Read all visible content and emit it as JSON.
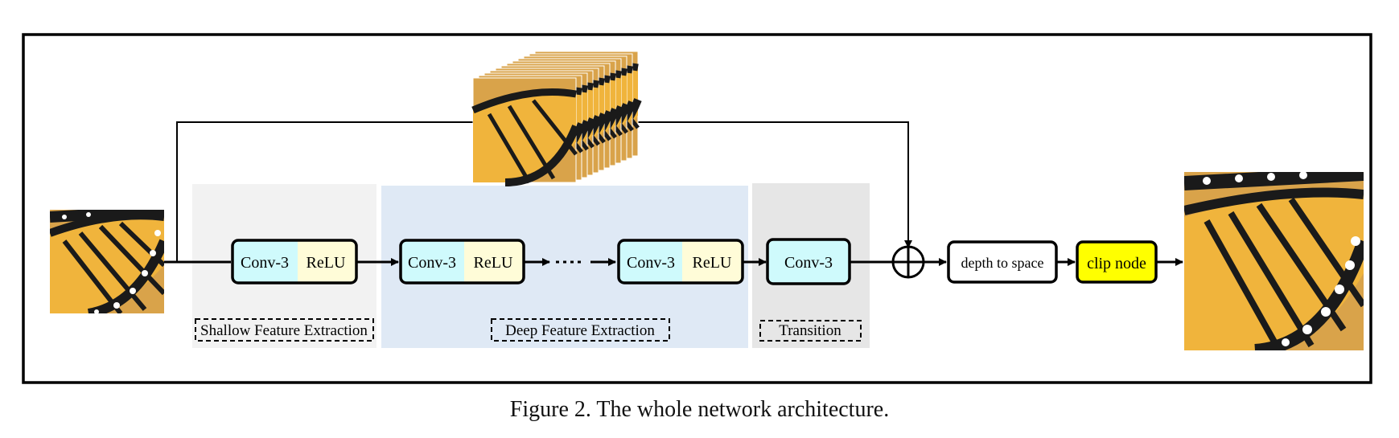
{
  "diagram": {
    "stages": {
      "shallow": "Shallow Feature Extraction",
      "deep": "Deep Feature Extraction",
      "transition": "Transition"
    },
    "blocks": {
      "conv": "Conv-3",
      "relu": "ReLU",
      "depth_to_space": "depth to space",
      "clip_node": "clip node"
    },
    "colors": {
      "conv_fill": "#cffafc",
      "relu_fill": "#fffcd8",
      "clip_fill": "#ffff00",
      "shallow_bg": "#f2f2f2",
      "deep_bg": "#dfe9f5",
      "transition_bg": "#e6e6e6"
    },
    "icons": {
      "input_image": "butterfly-wing-photo",
      "feature_stack": "stacked-butterfly-feature-maps",
      "output_image": "butterfly-wing-photo-upscaled",
      "add": "circle-plus-icon"
    }
  },
  "caption": "Figure 2. The whole network architecture."
}
